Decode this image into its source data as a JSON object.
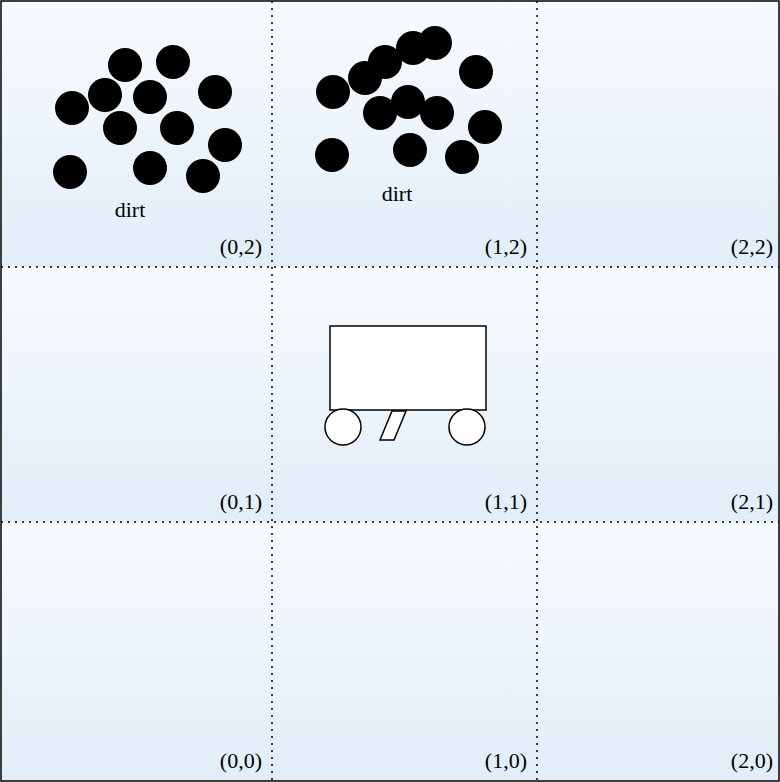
{
  "diagram": {
    "nodes": [
      {
        "text": [
          "dirt",
          "(0,2)"
        ]
      },
      {
        "text": [
          "dirt",
          "(1,2)"
        ]
      },
      {
        "text": [
          "(2,2)"
        ]
      },
      {
        "text": [
          "(0,1)"
        ]
      },
      {
        "text": [
          "(1,1)"
        ]
      },
      {
        "text": [
          "(2,1)"
        ]
      },
      {
        "text": [
          "(0,0)"
        ]
      },
      {
        "text": [
          "(1,0)"
        ]
      },
      {
        "text": [
          "(2,0)"
        ]
      }
    ]
  }
}
